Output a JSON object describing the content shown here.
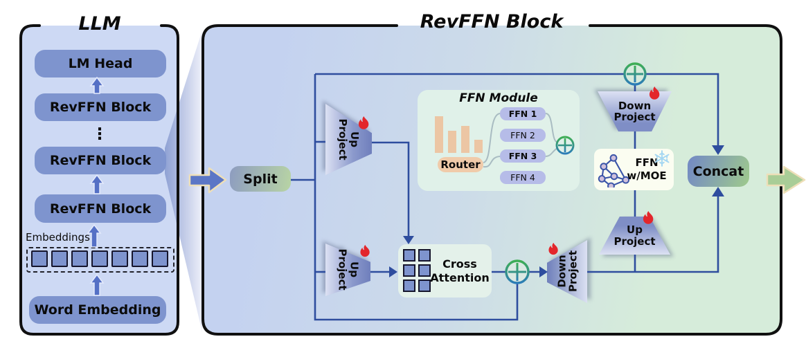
{
  "llm_panel": {
    "title": "LLM",
    "blocks": [
      "LM Head",
      "RevFFN Block",
      "RevFFN Block",
      "RevFFN Block"
    ],
    "dots": "⋮",
    "embeddings_label": "Embeddings",
    "embedding_cell_count": 7,
    "word_embedding_label": "Word Embedding"
  },
  "rev_panel": {
    "title": "RevFFN Block",
    "split_label": "Split",
    "concat_label": "Concat",
    "cross_attention": {
      "line1": "Cross",
      "line2": "Attention",
      "grid_rows": 3,
      "grid_cols": 2
    },
    "trapezoids": {
      "up_top": {
        "line1": "Up",
        "line2": "Project"
      },
      "up_bottom": {
        "line1": "Up",
        "line2": "Project"
      },
      "down_bottom": {
        "line1": "Down",
        "line2": "Project"
      },
      "up_right": {
        "line1": "Up",
        "line2": "Project"
      },
      "down_top": {
        "line1": "Down",
        "line2": "Project"
      }
    },
    "ffn_module": {
      "title": "FFN Module",
      "router_label": "Router",
      "router_bars": [
        53,
        32,
        39,
        19
      ],
      "ffns": [
        {
          "label": "FFN 1",
          "active": true
        },
        {
          "label": "FFN 2",
          "active": false
        },
        {
          "label": "FFN 3",
          "active": true
        },
        {
          "label": "FFN 4",
          "active": false
        }
      ]
    },
    "ffn_moe": {
      "line1": "FFN",
      "line2": "w/MOE"
    }
  },
  "icons": {
    "flame": "flame-icon (trainable)",
    "snowflake": "snowflake-icon (frozen)",
    "sum": "sum-icon (circled plus)",
    "network": "network-icon (MOE graph)"
  },
  "colors": {
    "panel_blue": "#cdd9f4",
    "block_blue": "#7e94ce",
    "line_navy": "#2e4d9e",
    "flame_red": "#e3262b",
    "mint": "#e0f1e9",
    "peach": "#ecc6a4",
    "lavender": "#b6bce8",
    "snowflake_blue": "#a5d7f2",
    "sum_green": "#3fae54",
    "sum_teal": "#2c7cb8",
    "entry_arrow_blue": "#5b76c6",
    "exit_arrow_green": "#a9cd97",
    "arrow_outline_cream": "#eedfb8"
  }
}
